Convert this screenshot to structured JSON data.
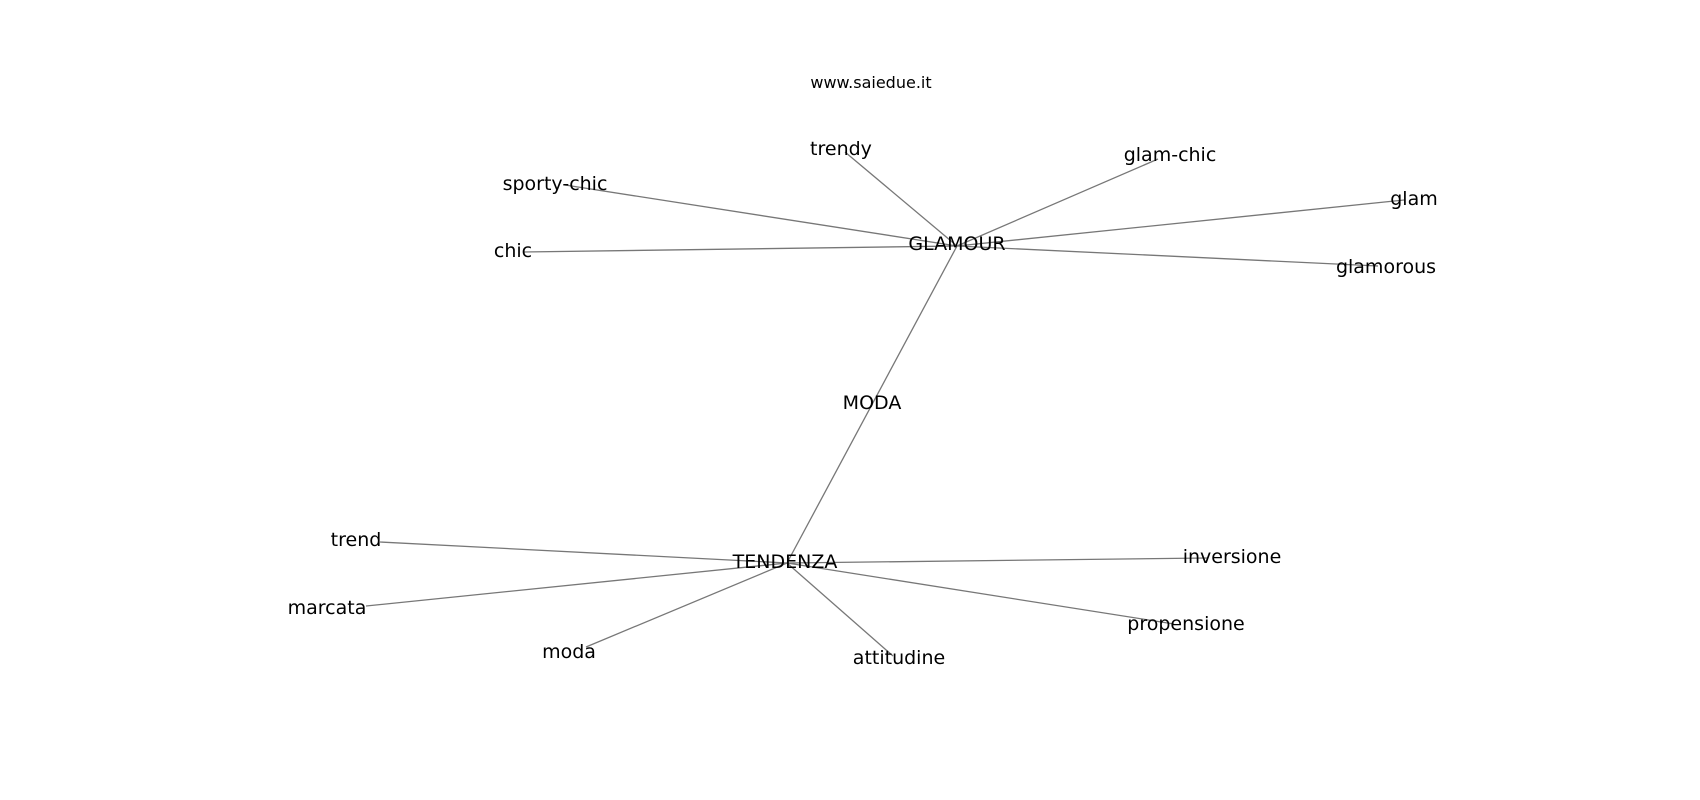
{
  "site": "www.saiedue.it",
  "edge_color": "#777777",
  "text_color": "#000000",
  "nodes": [
    {
      "id": "moda_root",
      "label": "MODA"
    },
    {
      "id": "glamour",
      "label": "GLAMOUR"
    },
    {
      "id": "tendenza",
      "label": "TENDENZA"
    },
    {
      "id": "trendy",
      "label": "trendy"
    },
    {
      "id": "glam_chic",
      "label": "glam-chic"
    },
    {
      "id": "sporty_chic",
      "label": "sporty-chic"
    },
    {
      "id": "glam",
      "label": "glam"
    },
    {
      "id": "chic",
      "label": "chic"
    },
    {
      "id": "glamorous",
      "label": "glamorous"
    },
    {
      "id": "trend",
      "label": "trend"
    },
    {
      "id": "inversione",
      "label": "inversione"
    },
    {
      "id": "marcata",
      "label": "marcata"
    },
    {
      "id": "propensione",
      "label": "propensione"
    },
    {
      "id": "moda",
      "label": "moda"
    },
    {
      "id": "attitudine",
      "label": "attitudine"
    }
  ],
  "edges": [
    {
      "from": "glamour",
      "to": "tendenza"
    },
    {
      "from": "glamour",
      "to": "trendy"
    },
    {
      "from": "glamour",
      "to": "glam_chic"
    },
    {
      "from": "glamour",
      "to": "sporty_chic"
    },
    {
      "from": "glamour",
      "to": "glam"
    },
    {
      "from": "glamour",
      "to": "chic"
    },
    {
      "from": "glamour",
      "to": "glamorous"
    },
    {
      "from": "tendenza",
      "to": "trend"
    },
    {
      "from": "tendenza",
      "to": "inversione"
    },
    {
      "from": "tendenza",
      "to": "marcata"
    },
    {
      "from": "tendenza",
      "to": "propensione"
    },
    {
      "from": "tendenza",
      "to": "moda"
    },
    {
      "from": "tendenza",
      "to": "attitudine"
    }
  ]
}
